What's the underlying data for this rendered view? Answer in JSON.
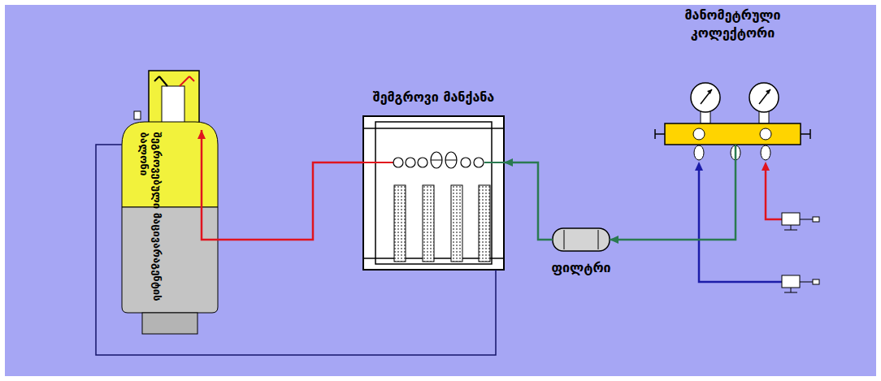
{
  "diagram": {
    "nodes": [
      {
        "text": [
          "შეგროვებული მაცივარაგენტის ბალონი"
        ]
      },
      {
        "text": [
          "შემგროვი მანქანა"
        ]
      },
      {
        "text": [
          "ფილტრი"
        ]
      },
      {
        "text": [
          "მანომეტრული კოლექტორი"
        ]
      }
    ],
    "edges": [
      {
        "from": 1,
        "to": 0,
        "arrow": "to"
      },
      {
        "from": 0,
        "to": 1,
        "arrow": "none"
      },
      {
        "from": 2,
        "to": 1,
        "arrow": "to"
      },
      {
        "from": 3,
        "to": 2,
        "arrow": "to"
      }
    ]
  }
}
